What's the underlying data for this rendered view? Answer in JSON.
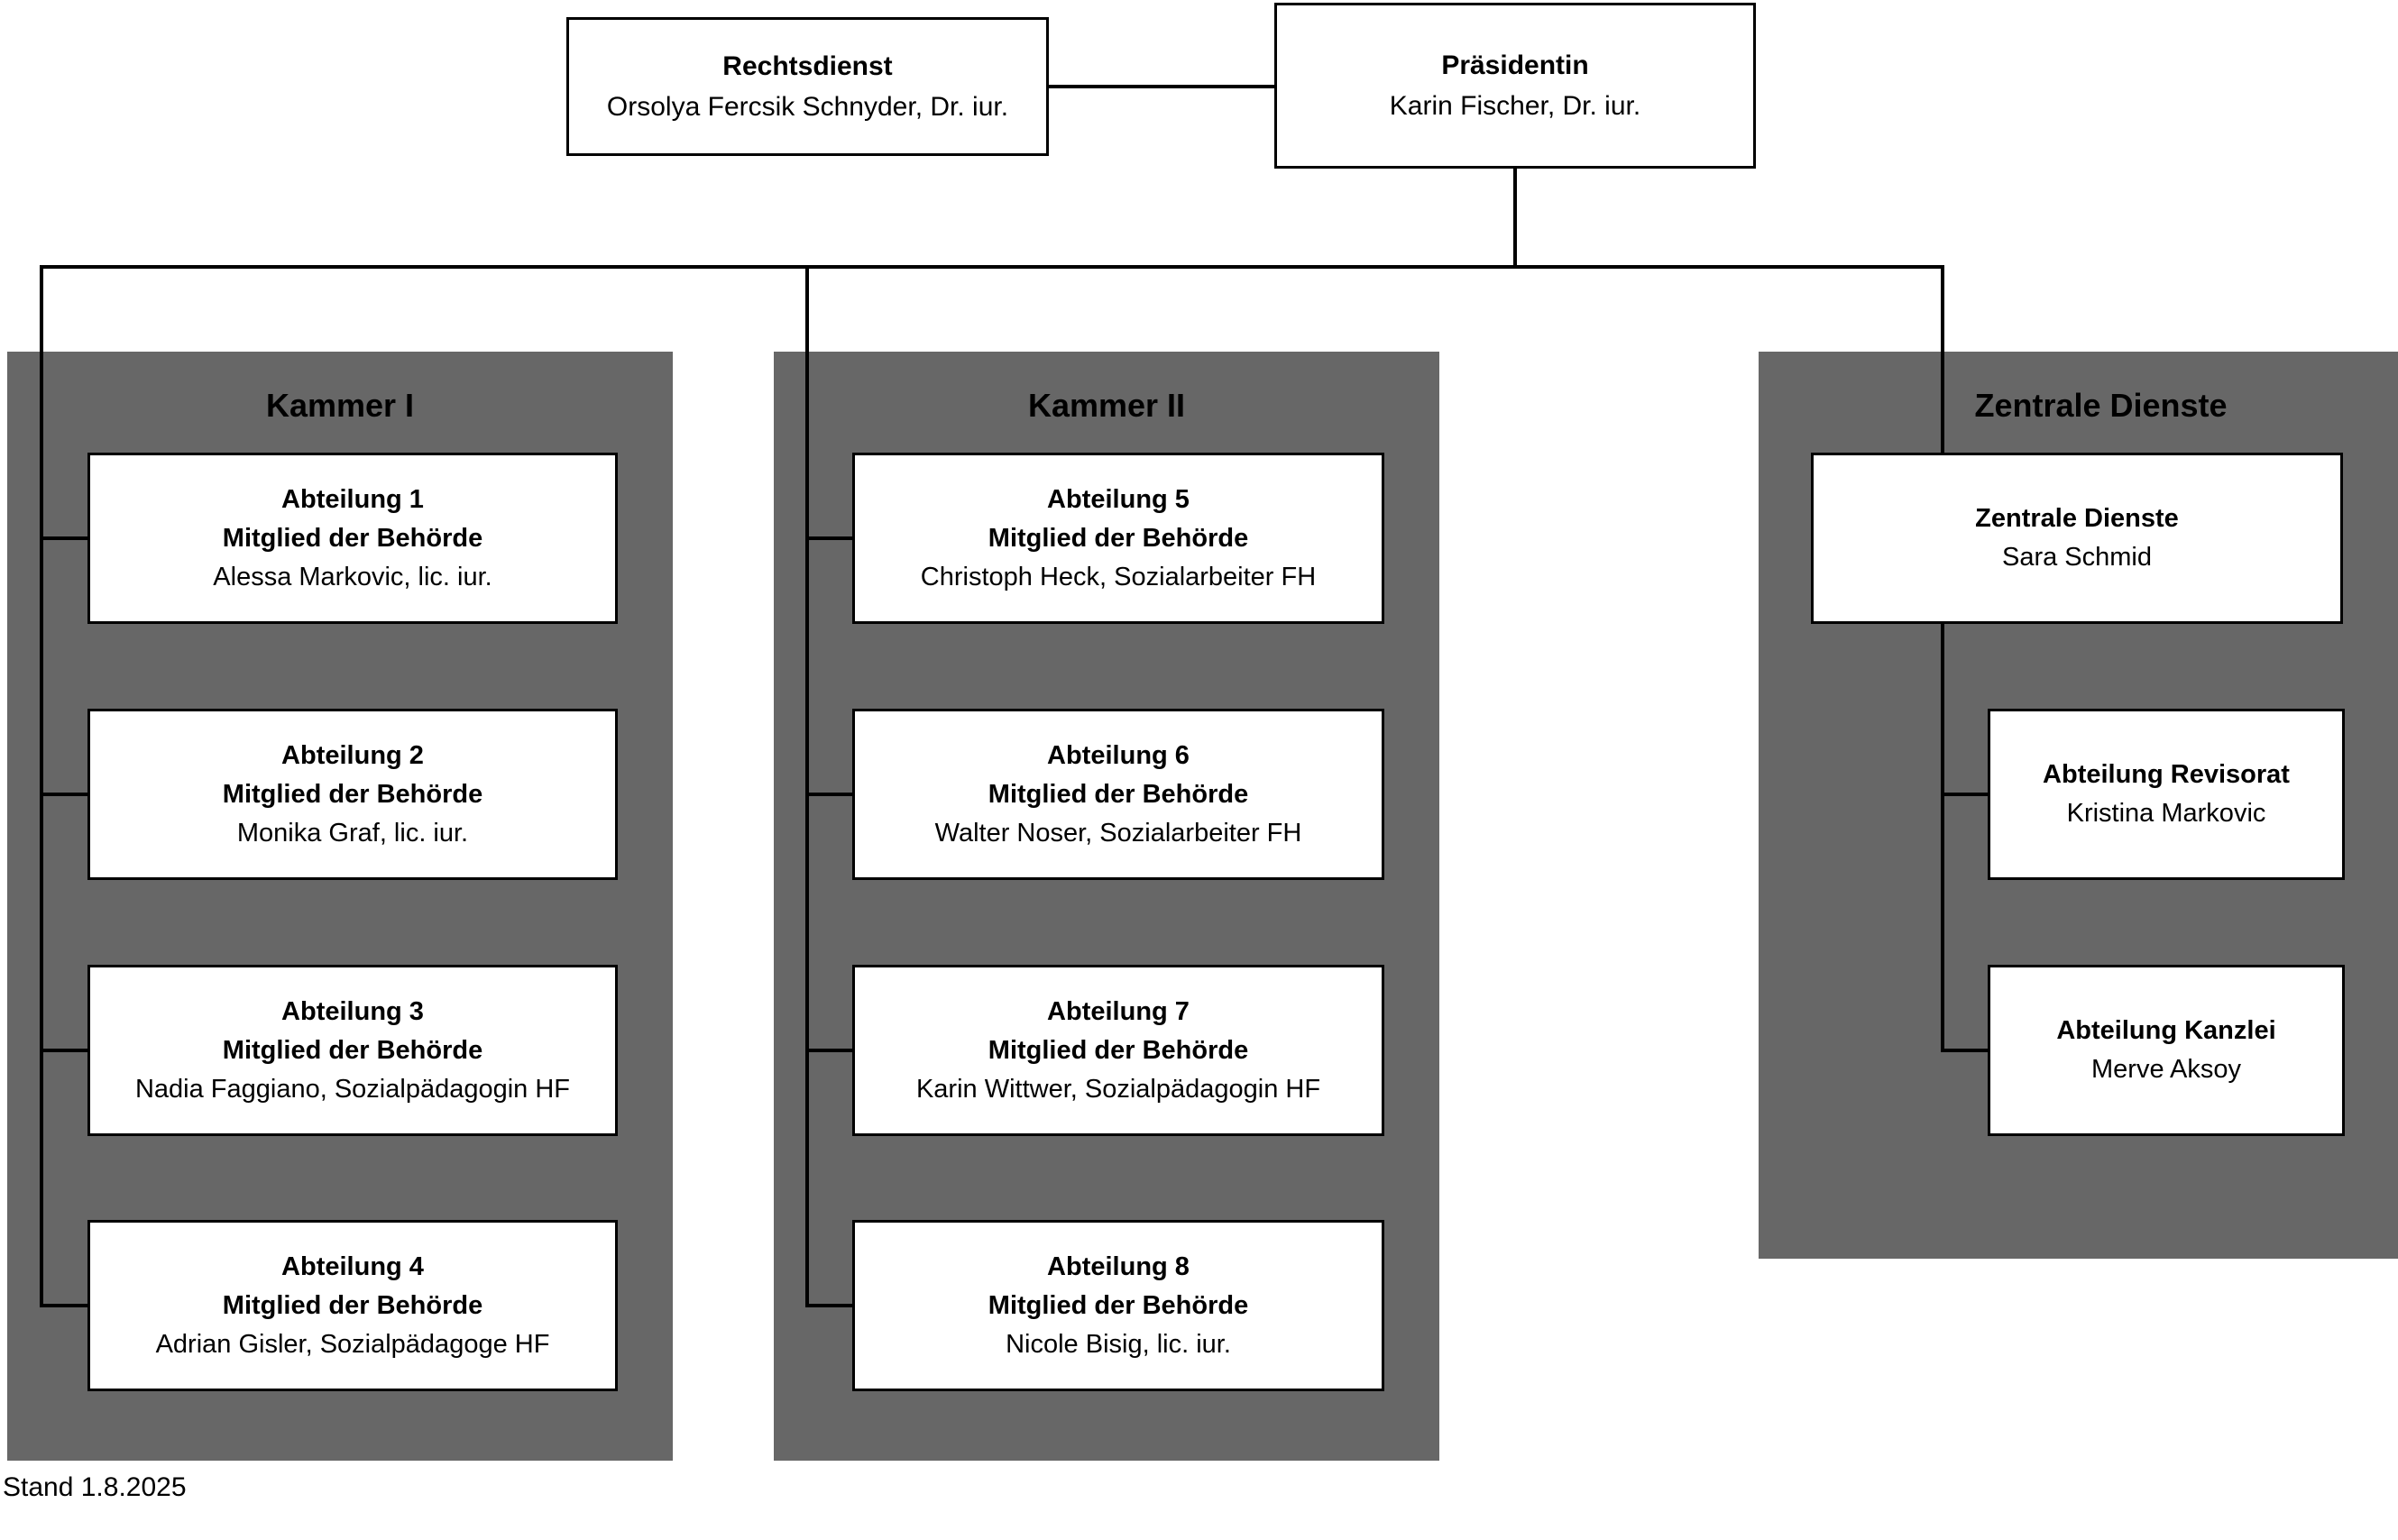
{
  "legal_service": {
    "title": "Rechtsdienst",
    "name": "Orsolya Fercsik Schnyder, Dr. iur."
  },
  "president": {
    "title": "Präsidentin",
    "name": "Karin Fischer, Dr. iur."
  },
  "columns": [
    {
      "header": "Kammer I",
      "boxes": [
        {
          "title": "Abteilung 1",
          "subtitle": "Mitglied der Behörde",
          "name": "Alessa Markovic, lic. iur."
        },
        {
          "title": "Abteilung 2",
          "subtitle": "Mitglied der Behörde",
          "name": "Monika Graf, lic. iur."
        },
        {
          "title": "Abteilung 3",
          "subtitle": "Mitglied der Behörde",
          "name": "Nadia Faggiano, Sozialpädagogin HF"
        },
        {
          "title": "Abteilung 4",
          "subtitle": "Mitglied der Behörde",
          "name": "Adrian Gisler, Sozialpädagoge HF"
        }
      ]
    },
    {
      "header": "Kammer II",
      "boxes": [
        {
          "title": "Abteilung 5",
          "subtitle": "Mitglied der Behörde",
          "name": "Christoph Heck, Sozialarbeiter FH"
        },
        {
          "title": "Abteilung 6",
          "subtitle": "Mitglied der Behörde",
          "name": "Walter Noser, Sozialarbeiter FH"
        },
        {
          "title": "Abteilung 7",
          "subtitle": "Mitglied der Behörde",
          "name": "Karin Wittwer, Sozialpädagogin HF"
        },
        {
          "title": "Abteilung 8",
          "subtitle": "Mitglied der Behörde",
          "name": "Nicole Bisig, lic. iur."
        }
      ]
    },
    {
      "header": "Zentrale Dienste",
      "boxes": [
        {
          "title": "Zentrale Dienste",
          "name": "Sara Schmid"
        },
        {
          "title": "Abteilung Revisorat",
          "name": "Kristina Markovic"
        },
        {
          "title": "Abteilung Kanzlei",
          "name": "Merve Aksoy"
        }
      ]
    }
  ],
  "footer": "Stand 1.8.2025",
  "colors": {
    "panel_gray": "#676767",
    "line_black": "#000000",
    "box_white": "#ffffff"
  }
}
